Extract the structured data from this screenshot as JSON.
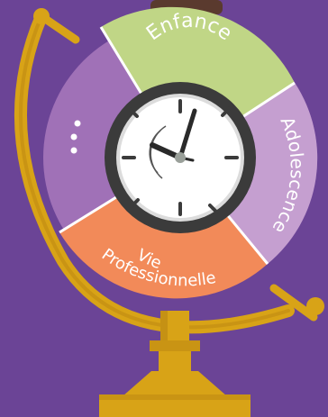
{
  "segments": {
    "enfance": "Enfance",
    "adolescence": "Adolescence",
    "vie": "Vie",
    "professionnelle": "Professionnelle"
  },
  "colors": {
    "background": "#6b4496",
    "gold": "#d8a317",
    "gold_dark": "#b98612",
    "green": "#c0d686",
    "light_purple": "#c59fd0",
    "purple": "#a071b7",
    "orange": "#f28a59",
    "ring": "#3b3b3b",
    "clock_face": "#ffffff"
  },
  "icons": {
    "more": "more-dots-icon",
    "clock": "clock-icon"
  }
}
